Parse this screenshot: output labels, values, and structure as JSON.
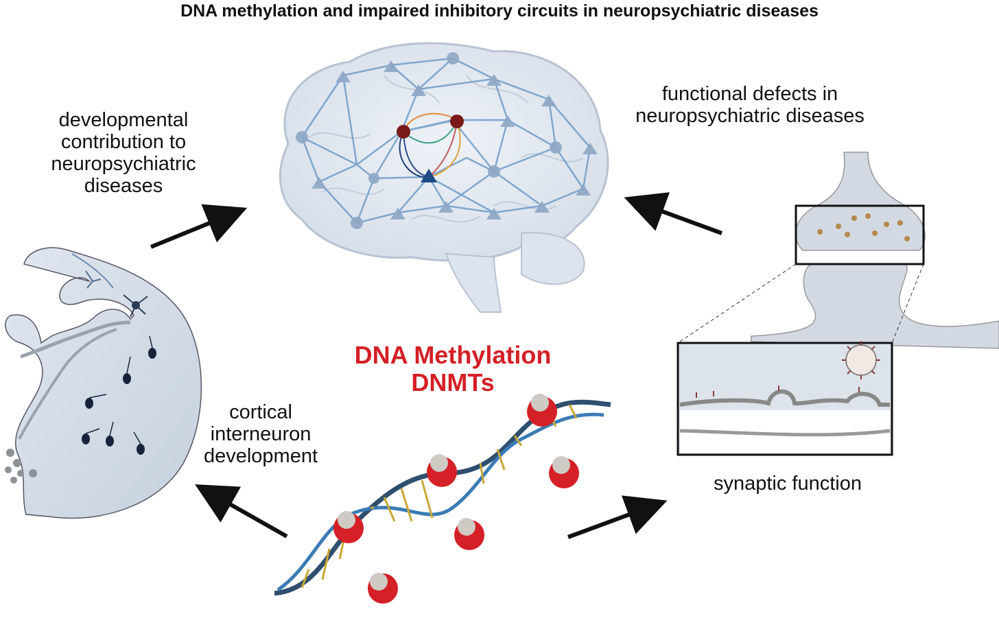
{
  "title": "DNA methylation and impaired inhibitory circuits in neuropsychiatric diseases",
  "labels": {
    "developmental": [
      "developmental",
      "contribution to",
      "neuropsychiatric",
      "diseases"
    ],
    "functional_defects": [
      "functional defects in",
      "neuropsychiatric diseases"
    ],
    "cortical": [
      "cortical",
      "interneuron",
      "development"
    ],
    "synaptic": "synaptic function",
    "center": [
      "DNA Methylation",
      "DNMTs"
    ]
  },
  "colors": {
    "accent_red": "#d42026",
    "brain_fill": "#dfe6ef",
    "network_line": "#6f9cc8",
    "tissue_fill": "#cfd8e4",
    "arrow": "#111111"
  },
  "icons": [
    "brain-icon",
    "cortex-section-icon",
    "dna-helix-icon",
    "synapse-icon"
  ]
}
